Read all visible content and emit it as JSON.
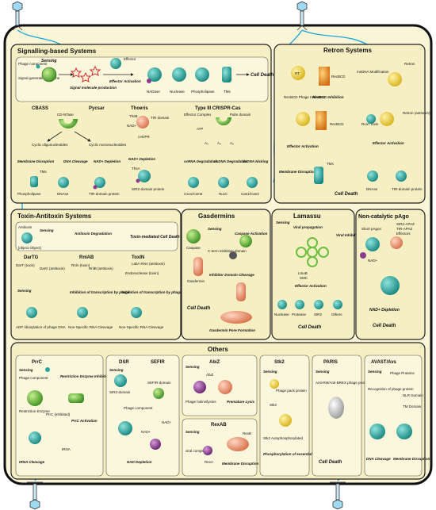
{
  "colors": {
    "cell_fill": "#fbf5d8",
    "panel_fill": "#f6efc4",
    "panel_stroke": "#222222",
    "membrane": "#18a7d6",
    "teal": "#27a6a1",
    "green": "#6cbf3e",
    "orange": "#f08f2e",
    "salmon": "#f0a27f",
    "purple": "#8a3c8e",
    "red": "#d62a2a",
    "pink": "#e77aa7"
  },
  "sections": {
    "signalling": {
      "title": "Signalling-based Systems",
      "sensing": "Sensing",
      "phage_component": "Phage component",
      "signal_enzyme": "Signal-generating enzyme",
      "signal_production": "Signal molecule production",
      "effector": "Effector",
      "effector_activation": "Effector Activation",
      "nadase": "NADase",
      "nuclease": "Nuclease",
      "phospholipase": "Phospholipase",
      "tms": "TMs",
      "cell_death": "Cell Death",
      "cbass": {
        "title": "CBASS",
        "cd_ntase": "CD-NTase",
        "cyclic_oligo": "Cyclic oligonucleotides",
        "membrane_disruption": "Membrane Disruption",
        "tms": "TMs",
        "phospholipase": "Phospholipase"
      },
      "pycsar": {
        "title": "Pycsar",
        "cyclic_mono": "Cyclic mononucleotides",
        "dna_cleavage": "DNA Cleavage",
        "nad_depletion": "NAD+ Depletion",
        "dnase": "DNAse",
        "tir_protein": "TIR-domain protein"
      },
      "thoeris": {
        "title": "Thoeris",
        "thsb": "ThsB",
        "tir_domain": "TIR domain",
        "nad": "NAD+",
        "cadpr": "cADPR",
        "nad_depletion": "NAD+ Depletion",
        "thsa": "ThsA",
        "sir2_protein": "SIR2-domain protein"
      },
      "crispr": {
        "title": "Type III CRISPR-Cas",
        "effector_complex": "Effector Complex",
        "palm_domain": "Palm domain",
        "atp": "ATP",
        "a3": "A₃",
        "a4": "A₄",
        "a6": "A₆",
        "ssrna": "ssRNA Degradation",
        "dsdna_deg": "dsDNA Degradation",
        "dsdna_nick": "dsDNA Nicking",
        "csx1": "Csx1/Csm6",
        "nucc": "NucC",
        "can": "Can1/Can2"
      }
    },
    "retron": {
      "title": "Retron Systems",
      "rt": "RT",
      "recbcd_inhibitors": "RecBCD Phage Inhibitors",
      "recbcd_inhibition": "RecBCD Inhibition",
      "recbcd": "RecBCD",
      "msdna": "msDNA Modification",
      "retron_label": "Retron",
      "retron_antitoxin": "Retron (antitoxin)",
      "rcat": "RcaT toxin",
      "effector_activation": "Effector Activation",
      "membrane_disruption": "Membrane Disruption",
      "tms": "TMs",
      "dnase": "DNAse",
      "tir_protein": "TIR-domain protein",
      "cell_death": "Cell Death"
    },
    "ta": {
      "title": "Toxin-Antitoxin Systems",
      "antitoxin": "Antitoxin",
      "sensing": "Sensing",
      "toxin": {
        "title": "ToxIN",
        "laba": "LabA RNA (antitoxin)",
        "endo": "Endonuclease (toxin)",
        "inhibition": "Inhibition of transcription by phage",
        "rna": "Non-Specific RNA Cleavage"
      },
      "antitoxin_degradation": "Antitoxin Degradation",
      "toxin_death": "Toxin-mediated Cell Death",
      "dartg": {
        "title": "DarTG",
        "dart": "DarT (toxin)",
        "darg": "DarG (antitoxin)",
        "sensing": "Sensing",
        "adp": "ADP ribosylation of phage DNA"
      },
      "rnlab": {
        "title": "RnlAB",
        "rnla": "RnlA (toxin)",
        "rnlb": "RnlB (antitoxin)",
        "inhibition": "Inhibition of transcription by phage",
        "rna": "Non-Specific RNA Cleavage"
      }
    },
    "gasdermins": {
      "title": "Gasdermins",
      "sensing": "Sensing",
      "caspase": "Caspase",
      "caspase_activation": "Caspase Activation",
      "cterm": "C-term inhibition domain",
      "gasdermin": "Gasdermin",
      "cleavage": "Inhibitor Domain Cleavage",
      "cell_death": "Cell Death",
      "pore": "Gasdermin Pore Formation"
    },
    "lamassu": {
      "title": "Lamassu",
      "sensing": "Sensing",
      "viral_prop": "Viral propagation",
      "viral_inhibition": "Viral Inhibition",
      "lmuB": "LmuB",
      "smc": "SMC",
      "effector_activation": "Effector Activation",
      "nuclease": "Nuclease",
      "protease": "Protease",
      "sir2": "SIR2",
      "others": "Others",
      "cell_death": "Cell Death"
    },
    "pago": {
      "title": "Non-catalytic pAgo",
      "short": "Short pAgos",
      "sir2_apaz": "SIR2-APAZ",
      "tir_apaz": "TIR-APAZ",
      "effectors": "Effectors",
      "nad": "NAD+",
      "nad_depletion": "NAD+ Depletion",
      "cell_death": "Cell Death"
    },
    "others": {
      "title": "Others",
      "prrc": {
        "title": "PrrC",
        "sensing": "Sensing",
        "phage_component": "Phage component",
        "restriction_inhibition": "Restriction Enzyme Inhibition",
        "restriction_enzyme": "Restriction Enzyme",
        "prrc_inhibited": "PrrC (inhibited)",
        "prrc_activation": "PrrC Activation",
        "trna": "tRNA",
        "trna_cleavage": "tRNA Cleavage"
      },
      "dsr": {
        "title": "DSR",
        "sensing": "Sensing",
        "sir2": "SIR2-domain",
        "phage_component": "Phage component",
        "nad": "NAD+",
        "nad_depletion": "NAD Depletion"
      },
      "sefir": {
        "title": "SEFIR",
        "sefir_domain": "SEFIR-domain",
        "nad": "NAD+"
      },
      "abiz": {
        "title": "AbiZ",
        "sensing": "Sensing",
        "abiz": "AbiZ",
        "holins": "Phage holins/lysins",
        "premature": "Premature Lysis"
      },
      "rexab": {
        "title": "RexAB",
        "sensing": "Sensing",
        "viral": "viral complex",
        "rexa": "RexA",
        "rexb": "RexB",
        "membrane": "Membrane Disruption"
      },
      "stk2": {
        "title": "Stk2",
        "sensing": "Sensing",
        "phage_pack": "Phage pack protein",
        "stk2": "Stk2",
        "autophos": "Stk2 Autophosphorylated",
        "phospho": "Phosphorylation of essential cellular processes"
      },
      "paris": {
        "title": "PARIS",
        "sensing": "Sensing",
        "antirm": "Anti-RM/Anti-BREX phage protein",
        "cell_death": "Cell Death"
      },
      "avast": {
        "title": "AVAST/Avs",
        "sensing": "Sensing",
        "phage_proteins": "Phage Proteins",
        "recognition": "Recognition of phage protein",
        "nlr": "NLR Domain",
        "tm": "TM Domain",
        "dna_cleavage": "DNA Cleavage",
        "membrane": "Membrane Disruption"
      }
    }
  }
}
